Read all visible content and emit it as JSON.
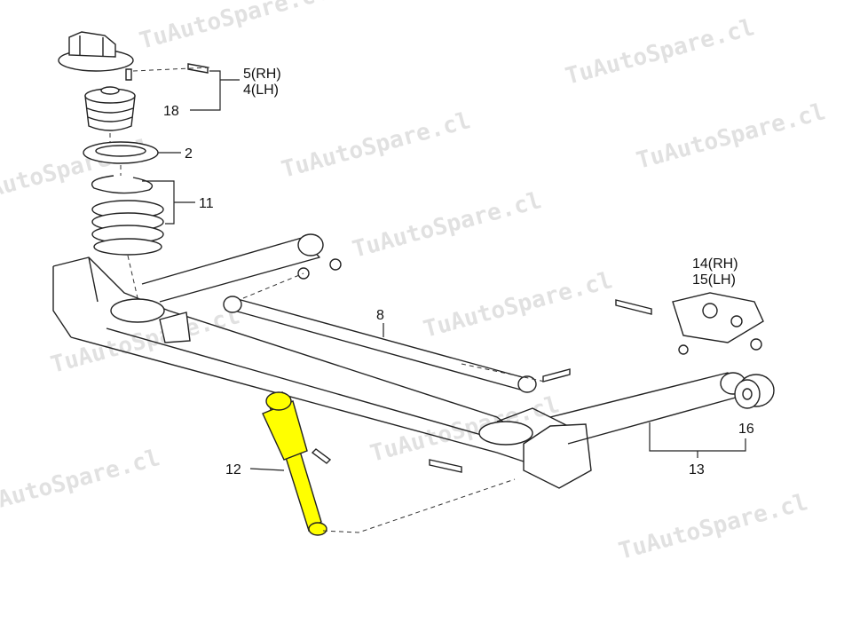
{
  "watermark": "TuAutoSpare.cl",
  "labels": {
    "mount_rh": "5(RH)",
    "mount_lh": "4(LH)",
    "bump_stop": "18",
    "spring_seat": "2",
    "spring": "11",
    "lateral_rod": "8",
    "bracket_rh": "14(RH)",
    "bracket_lh": "15(LH)",
    "bushing": "16",
    "trailing_arm": "13",
    "shock_absorber": "12"
  },
  "colors": {
    "shock_absorber": "#ffff00",
    "watermark": "#d8d8d8"
  }
}
